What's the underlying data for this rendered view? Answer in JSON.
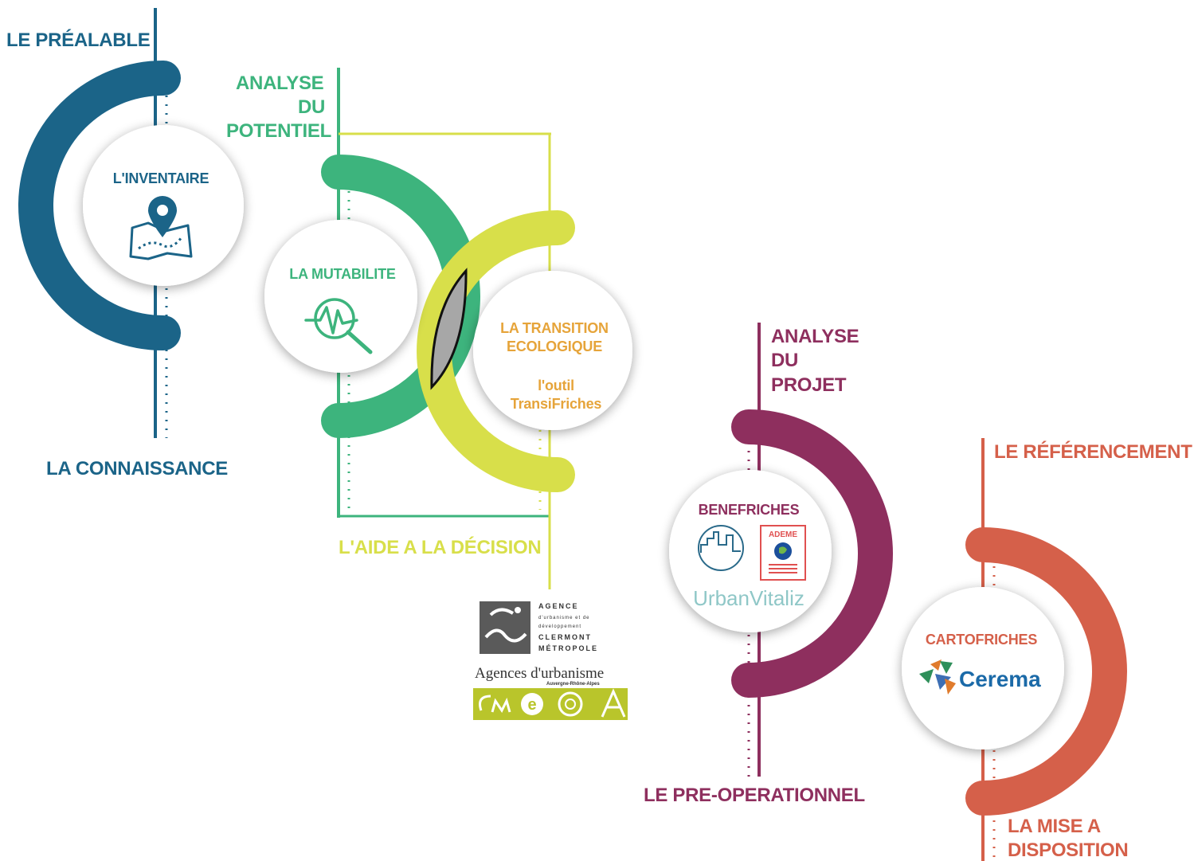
{
  "colors": {
    "teal": "#1b6488",
    "green": "#3db47d",
    "lime": "#d8df4a",
    "purple": "#8e2f5e",
    "orange": "#d5604a",
    "gold": "#e6a43a",
    "gray": "#a7a7a7"
  },
  "phase1": {
    "top_label": "LE PRÉALABLE",
    "bottom_label": "LA CONNAISSANCE",
    "node_label": "L'INVENTAIRE",
    "icon": "map-pin-icon"
  },
  "phase2": {
    "top_label_lines": [
      "ANALYSE",
      "DU",
      "POTENTIEL"
    ],
    "bottom_label": "L'AIDE A LA DÉCISION",
    "node1_label": "LA MUTABILITE",
    "node1_icon": "magnifier-pulse-icon",
    "node2_label_lines": [
      "LA TRANSITION",
      "ECOLOGIQUE"
    ],
    "node2_sub_lines": [
      "l'outil",
      "TransiFriches"
    ]
  },
  "logos": {
    "agence_lines": [
      "AGENCE",
      "d'urbanisme et de",
      "développement",
      "CLERMONT",
      "MÉTROPOLE"
    ],
    "agences_title": "Agences d'urbanisme",
    "agences_sub": "Auvergne-Rhône-Alpes"
  },
  "phase3": {
    "top_label_lines": [
      "ANALYSE",
      "DU",
      "PROJET"
    ],
    "bottom_label": "LE PRE-OPERATIONNEL",
    "node_label": "BENEFRICHES",
    "logo_ademe": "ADEME",
    "logo_urbanvitaliz": "UrbanVitaliz"
  },
  "phase4": {
    "top_label": "LE RÉFÉRENCEMENT",
    "bottom_label_lines": [
      "LA MISE A",
      "DISPOSITION"
    ],
    "node_label": "CARTOFRICHES",
    "logo_cerema": "Cerema"
  }
}
